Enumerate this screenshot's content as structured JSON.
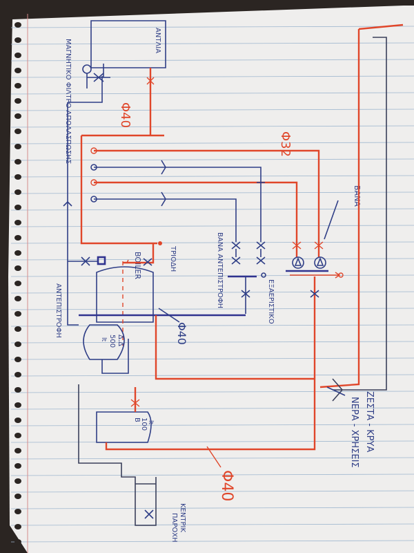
{
  "colors": {
    "paper": "#efeeed",
    "rule_line": "#9fb7cf",
    "margin_line": "#d58c8c",
    "hot_pipe": "#e0462a",
    "cold_pipe": "#2f3e86",
    "pen": "#2f3e86",
    "background": "#2b2522"
  },
  "labels": {
    "pump": "ΑΝΤΛΙΑ",
    "magnetic_filter": "ΜΑΓΝΗΤΙΚΟ ΦΙΛΤΡΟ ΑΠΟΛΑΣΠΩΣΗΣ",
    "pipe_top": "Φ40",
    "pipe_top_right": "Φ32",
    "valve": "ΒΑΝΑ",
    "valve_return": "ΒΑΝΑ ΑΝΤΕΠΙΣΤΡΟΦΗ",
    "tee": "ΤΡΙΟΔΗ",
    "boiler": "BOILER",
    "return_valve": "ΑΝΤΕΠΙΣΤΡΟΦΗ",
    "expansion": "ΕΞΑΕΡΙΣΤΙΚΟ",
    "pipe_mid": "Φ40",
    "tank_500_a": "Δ.Δ",
    "tank_500_b": "500",
    "tank_500_c": "lt",
    "boiler_100_a": "B",
    "boiler_100_b": "100",
    "boiler_100_c": "lt",
    "hot_cold_a": "ΖΕΣΤΑ - ΚΡΥΑ",
    "hot_cold_b": "ΝΕΡΑ - ΧΡΗΣΕΙΣ",
    "pipe_bottom": "Φ40",
    "central_supply_a": "ΚΕΝΤΡΙΚ",
    "central_supply_b": "ΠΑΡΟΧΗ"
  }
}
